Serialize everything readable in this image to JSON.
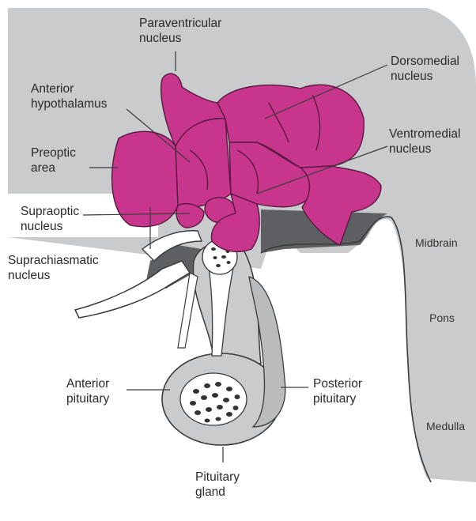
{
  "labels": {
    "paraventricular": [
      "Paraventricular",
      "nucleus"
    ],
    "anterior_hypothalamus": [
      "Anterior",
      "hypothalamus"
    ],
    "preoptic": [
      "Preoptic",
      "area"
    ],
    "supraoptic": [
      "Supraoptic",
      "nucleus"
    ],
    "suprachiasmatic": [
      "Suprachiasmatic",
      "nucleus"
    ],
    "dorsomedial": [
      "Dorsomedial",
      "nucleus"
    ],
    "ventromedial": [
      "Ventromedial",
      "nucleus"
    ],
    "midbrain": "Midbrain",
    "pons": "Pons",
    "medulla": "Medulla",
    "anterior_pituitary": [
      "Anterior",
      "pituitary"
    ],
    "posterior_pituitary": [
      "Posterior",
      "pituitary"
    ],
    "pituitary_gland": [
      "Pituitary",
      "gland"
    ]
  },
  "colors": {
    "nucleus_fill": "#C8358C",
    "nucleus_outline": "#5a1840",
    "brain_gray": "#c9cbcd",
    "dark_gray": "#5d5f63",
    "outline": "#3b3b3b",
    "background": "#ffffff"
  }
}
